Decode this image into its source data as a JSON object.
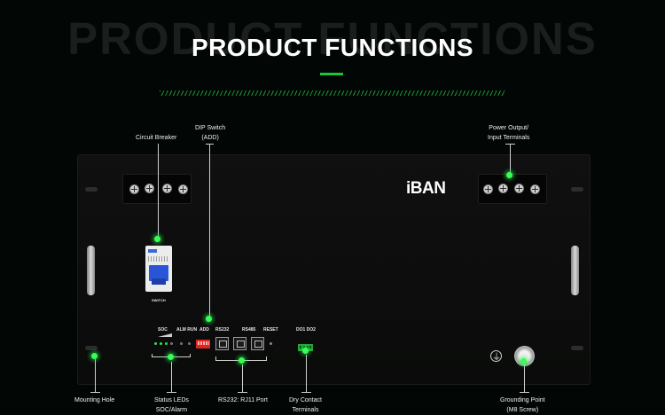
{
  "page": {
    "title": "PRODUCT FUNCTIONS",
    "background_title": "PRODUCT FUNCTIONS",
    "accent_color": "#18c53a"
  },
  "device": {
    "logo": "iBAN",
    "breaker_label": "SWITCH",
    "panel_labels": {
      "soc": "SOC",
      "alm_run": "ALM RUN",
      "add": "ADD",
      "rs232": "RS232",
      "rs485": "RS485",
      "reset": "RESET",
      "do": "DO1 DO2"
    }
  },
  "callouts": {
    "circuit_breaker": "Circuit Breaker",
    "dip_switch_line1": "DIP Switch",
    "dip_switch_line2": "(ADD)",
    "power_line1": "Power Output/",
    "power_line2": "Input Terminals",
    "mounting_hole": "Mounting Hole",
    "status_leds_line1": "Status LEDs",
    "status_leds_line2": "SOC/Alarm",
    "rs_port": "RS232: RJ11 Port",
    "dry_contact_line1": "Dry Contact",
    "dry_contact_line2": "Terminals",
    "grounding_line1": "Grounding Point",
    "grounding_line2": "(M8 Screw)"
  },
  "icons": [
    "screw-icon",
    "ground-symbol-icon",
    "led-indicator-icon"
  ]
}
